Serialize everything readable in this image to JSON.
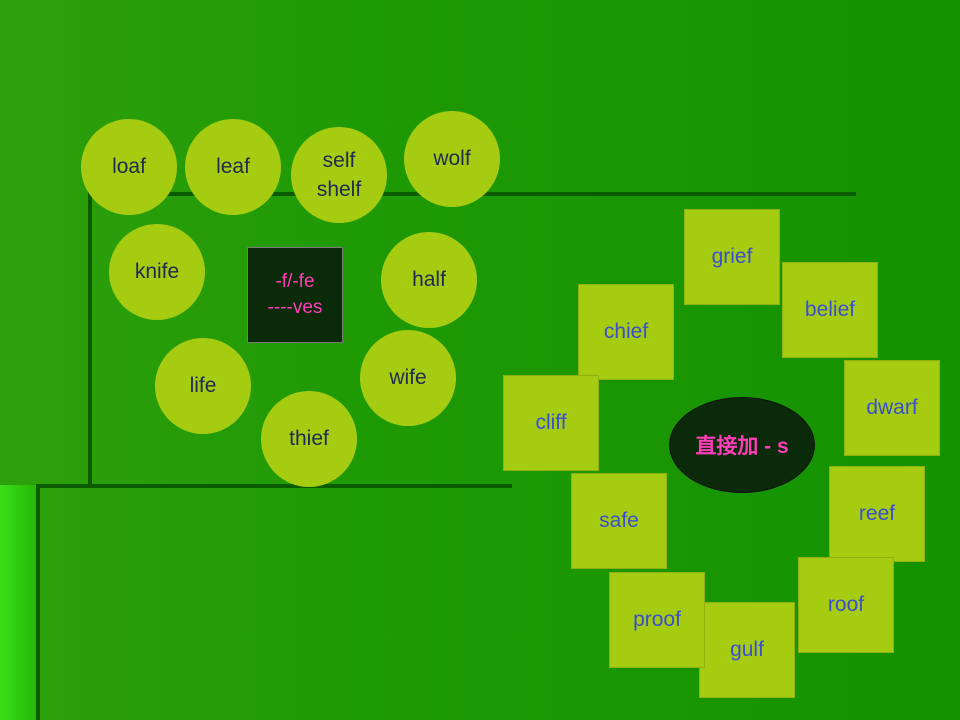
{
  "slide": {
    "f_rule": {
      "line1": "-f/-fe",
      "line2": "----ves"
    },
    "s_rule": "直接加 - s",
    "ves_words": {
      "loaf": "loaf",
      "leaf": "leaf",
      "self": "self",
      "shelf": "shelf",
      "wolf": "wolf",
      "knife": "knife",
      "half": "half",
      "life": "life",
      "wife": "wife",
      "thief": "thief"
    },
    "s_words": {
      "grief": "grief",
      "belief": "belief",
      "chief": "chief",
      "dwarf": "dwarf",
      "cliff": "cliff",
      "reef": "reef",
      "safe": "safe",
      "roof": "roof",
      "proof": "proof",
      "gulf": "gulf"
    },
    "colors": {
      "background": "#1f9a05",
      "shape_fill": "#a6cc12",
      "circle_text": "#1f2a4f",
      "square_text": "#3a4fd0",
      "rule_text": "#ff3db8",
      "rule_box": "#0a2a0a"
    }
  }
}
